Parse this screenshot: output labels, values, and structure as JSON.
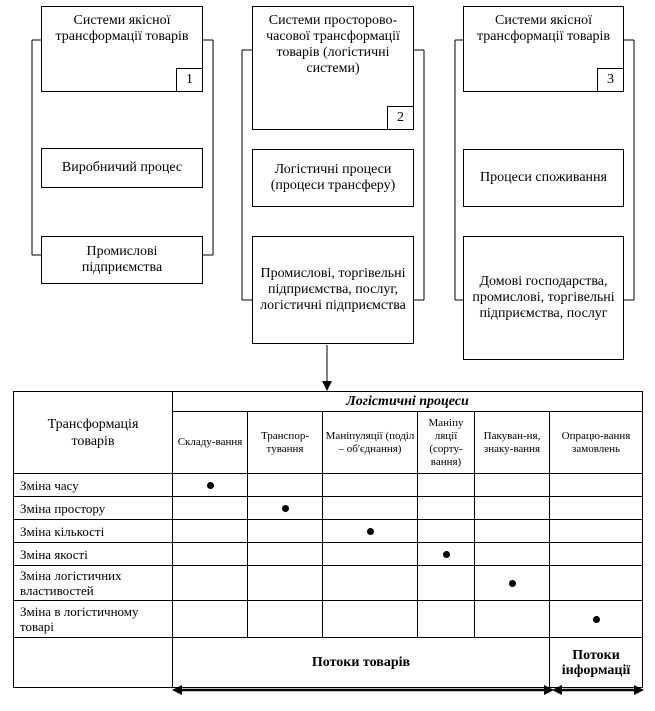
{
  "systems": [
    {
      "title": "Системи якісної трансформації товарів",
      "number": "1",
      "process": "Виробничий процес",
      "enterprises": "Промислові підприємства"
    },
    {
      "title": "Системи просторово-часової трансформації товарів (логістичні системи)",
      "number": "2",
      "process": "Логістичні процеси (процеси трансферу)",
      "enterprises": "Промислові, торгівельні підприємства, послуг, логістичні підприємства"
    },
    {
      "title": "Системи якісної трансформації товарів",
      "number": "3",
      "process": "Процеси споживання",
      "enterprises": "Домові господарства, промислові, торгівельні підприємства, послуг"
    }
  ],
  "table": {
    "corner_label": "Трансформація товарів",
    "group_header": "Логістичні процеси",
    "columns": [
      "Складу-вання",
      "Транспор-тування",
      "Маніпуляції (поділ – об'єднання)",
      "Маніпу ляції (сорту-вання)",
      "Пакуван-ня, знаку-вання",
      "Опрацю-вання замовлень"
    ],
    "rows": [
      {
        "label": "Зміна часу",
        "mark": 0
      },
      {
        "label": "Зміна простору",
        "mark": 1
      },
      {
        "label": "Зміна кількості",
        "mark": 2
      },
      {
        "label": "Зміна якості",
        "mark": 3
      },
      {
        "label": "Зміна логістичних властивостей",
        "mark": 4
      },
      {
        "label": "Зміна в логістичному товарі",
        "mark": 5
      }
    ],
    "flow_goods": "Потоки товарів",
    "flow_info": "Потоки інформації"
  }
}
